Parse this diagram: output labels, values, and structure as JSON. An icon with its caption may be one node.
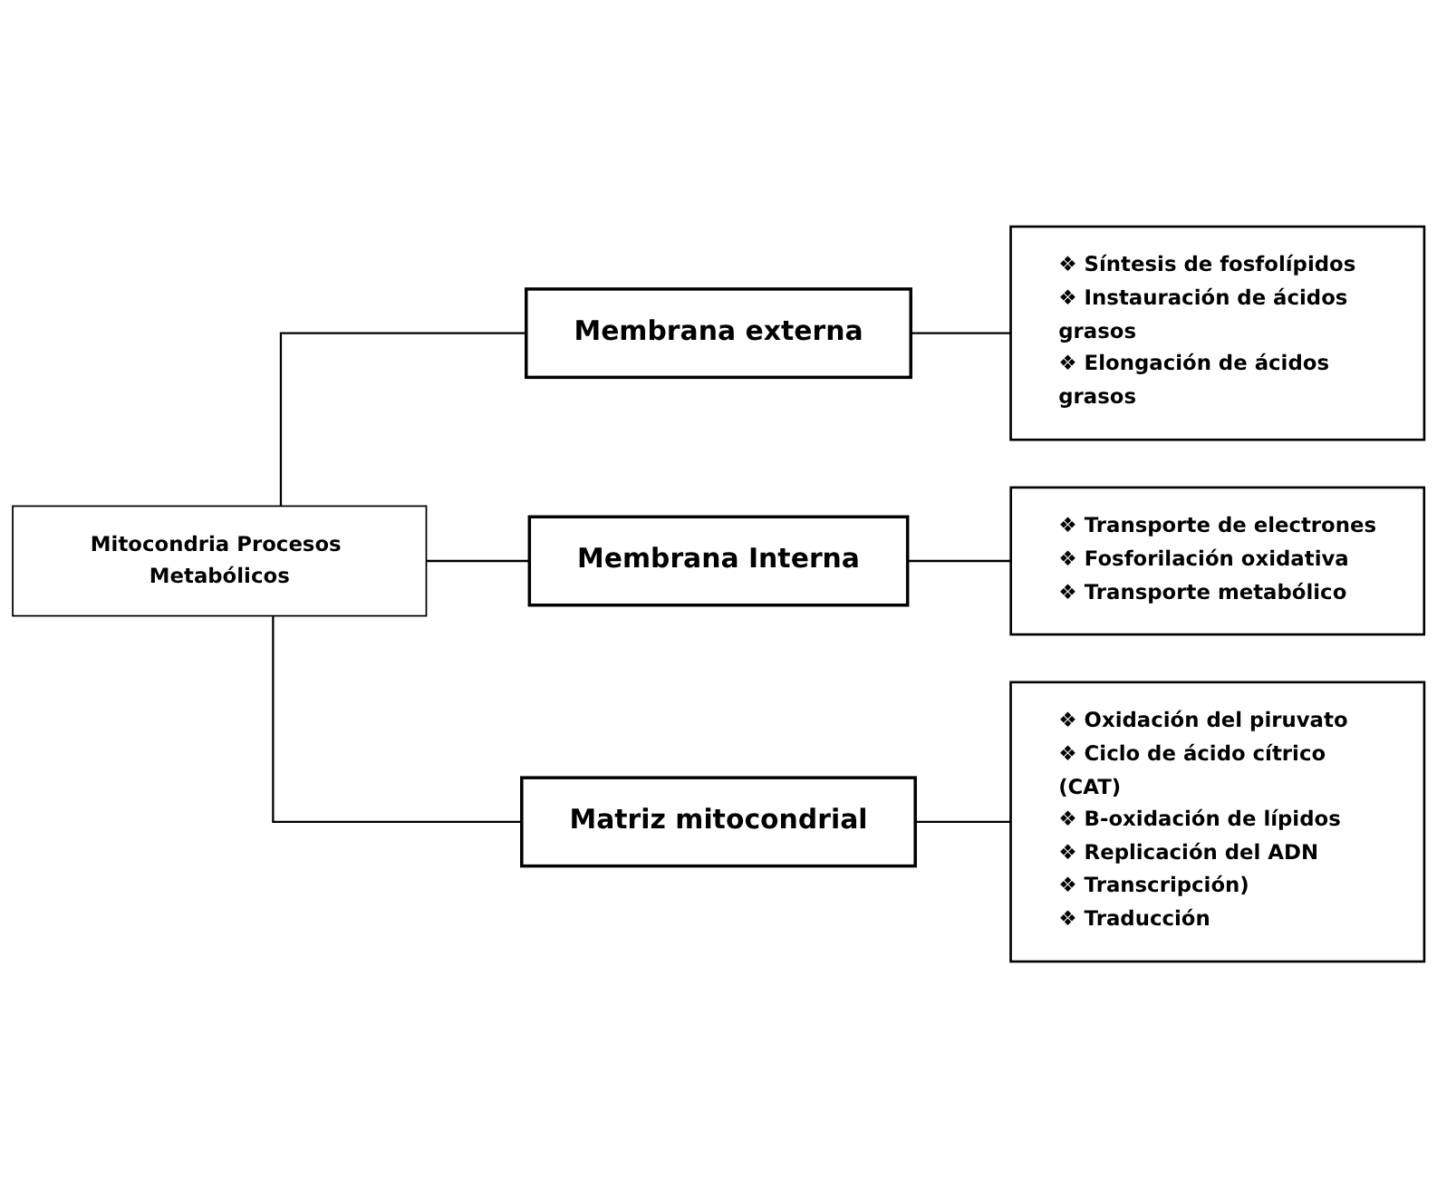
{
  "diagram": {
    "nodes": [
      {
        "text": [
          "Mitocondria Procesos Metabólicos"
        ]
      },
      {
        "text": [
          "Membrana externa"
        ]
      },
      {
        "text": [
          "❖ Síntesis de fosfolípidos",
          "❖ Instauración de ácidos grasos",
          "❖ Elongación de ácidos grasos"
        ]
      },
      {
        "text": [
          "Membrana Interna"
        ]
      },
      {
        "text": [
          "❖ Transporte de electrones",
          "❖ Fosforilación oxidativa",
          "❖ Transporte metabólico"
        ]
      },
      {
        "text": [
          "Matriz mitocondrial"
        ]
      },
      {
        "text": [
          "❖ Oxidación del piruvato",
          "❖ Ciclo de ácido cítrico (CAT)",
          "❖ B-oxidación de lípidos",
          "❖ Replicación del ADN",
          "❖ Transcripción)",
          "❖ Traducción"
        ]
      }
    ],
    "edges": [
      {
        "from": 0,
        "to": 1,
        "arrow": "none"
      },
      {
        "from": 0,
        "to": 3,
        "arrow": "none"
      },
      {
        "from": 0,
        "to": 5,
        "arrow": "none"
      },
      {
        "from": 1,
        "to": 2,
        "arrow": "none"
      },
      {
        "from": 3,
        "to": 4,
        "arrow": "none"
      },
      {
        "from": 5,
        "to": 6,
        "arrow": "none"
      }
    ]
  }
}
